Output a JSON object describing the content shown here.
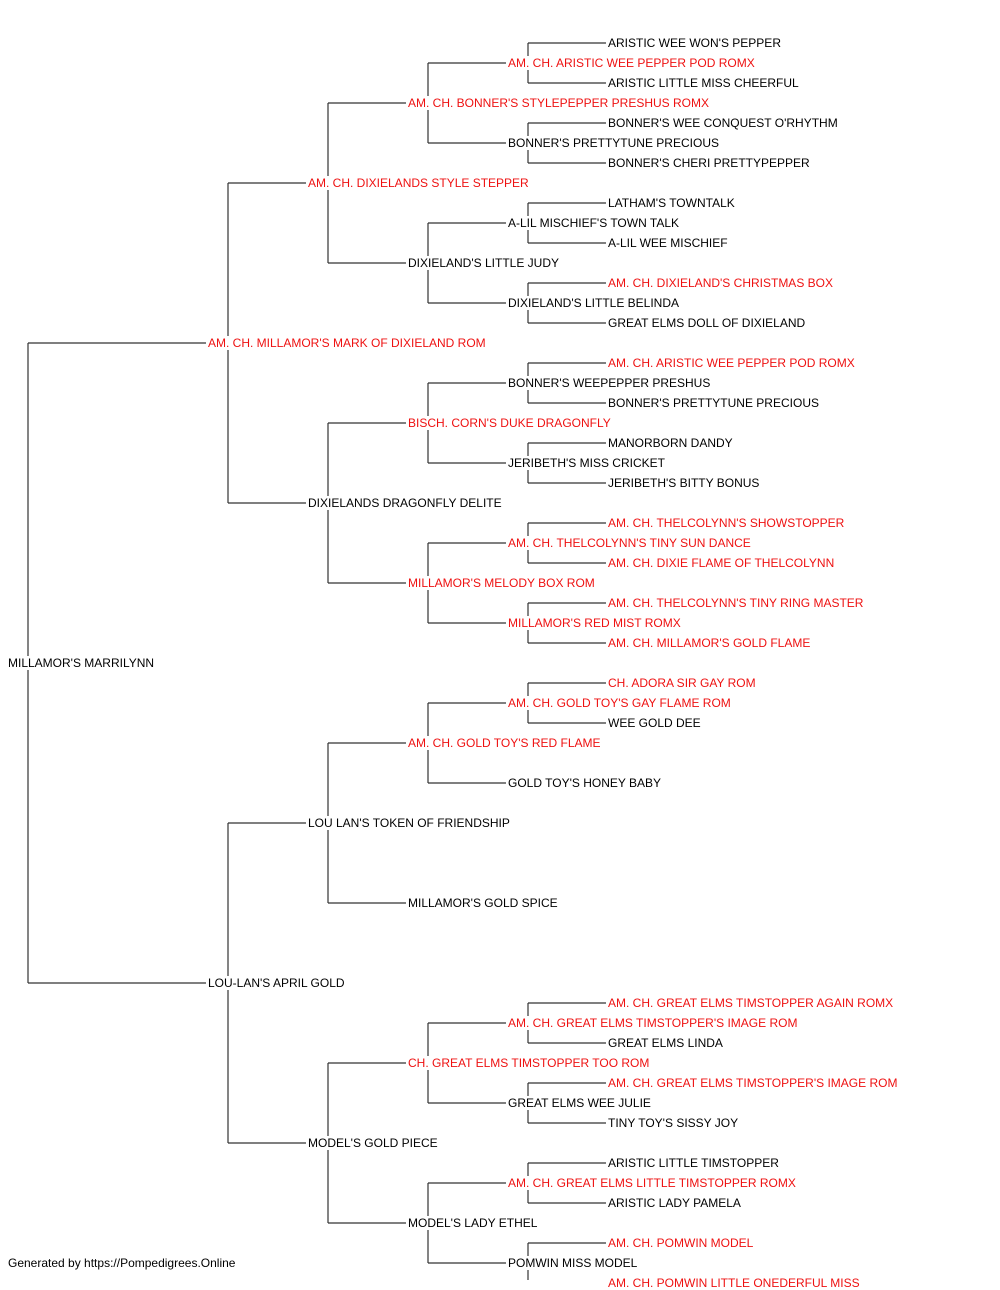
{
  "colors": {
    "champion": "#ee1111",
    "regular": "#000000",
    "lines": "#333333"
  },
  "footer": "Generated by https://Pompedigrees.Online",
  "pedigree": {
    "name": "MILLAMOR'S MARRILYNN",
    "champion": false,
    "sire": {
      "name": "AM. CH. MILLAMOR'S MARK OF DIXIELAND ROM",
      "champion": true,
      "sire": {
        "name": "AM. CH. DIXIELANDS STYLE STEPPER",
        "champion": true,
        "sire": {
          "name": "AM. CH. BONNER'S STYLEPEPPER PRESHUS ROMX",
          "champion": true,
          "sire": {
            "name": "AM. CH. ARISTIC WEE PEPPER POD ROMX",
            "champion": true,
            "sire": {
              "name": "ARISTIC WEE WON'S PEPPER",
              "champion": false
            },
            "dam": {
              "name": "ARISTIC LITTLE MISS CHEERFUL",
              "champion": false
            }
          },
          "dam": {
            "name": "BONNER'S PRETTYTUNE PRECIOUS",
            "champion": false,
            "sire": {
              "name": "BONNER'S WEE CONQUEST O'RHYTHM",
              "champion": false
            },
            "dam": {
              "name": "BONNER'S CHERI PRETTYPEPPER",
              "champion": false
            }
          }
        },
        "dam": {
          "name": "DIXIELAND'S LITTLE JUDY",
          "champion": false,
          "sire": {
            "name": "A-LIL MISCHIEF'S TOWN TALK",
            "champion": false,
            "sire": {
              "name": "LATHAM'S TOWNTALK",
              "champion": false
            },
            "dam": {
              "name": "A-LIL WEE MISCHIEF",
              "champion": false
            }
          },
          "dam": {
            "name": "DIXIELAND'S LITTLE BELINDA",
            "champion": false,
            "sire": {
              "name": "AM. CH. DIXIELAND'S CHRISTMAS BOX",
              "champion": true
            },
            "dam": {
              "name": "GREAT ELMS DOLL OF DIXIELAND",
              "champion": false
            }
          }
        }
      },
      "dam": {
        "name": "DIXIELANDS DRAGONFLY DELITE",
        "champion": false,
        "sire": {
          "name": "BISCH. CORN'S DUKE DRAGONFLY",
          "champion": true,
          "sire": {
            "name": "BONNER'S WEEPEPPER PRESHUS",
            "champion": false,
            "sire": {
              "name": "AM. CH. ARISTIC WEE PEPPER POD ROMX",
              "champion": true
            },
            "dam": {
              "name": "BONNER'S PRETTYTUNE PRECIOUS",
              "champion": false
            }
          },
          "dam": {
            "name": "JERIBETH'S MISS CRICKET",
            "champion": false,
            "sire": {
              "name": "MANORBORN DANDY",
              "champion": false
            },
            "dam": {
              "name": "JERIBETH'S BITTY BONUS",
              "champion": false
            }
          }
        },
        "dam": {
          "name": "MILLAMOR'S MELODY BOX ROM",
          "champion": true,
          "sire": {
            "name": "AM. CH. THELCOLYNN'S TINY SUN DANCE",
            "champion": true,
            "sire": {
              "name": "AM. CH. THELCOLYNN'S SHOWSTOPPER",
              "champion": true
            },
            "dam": {
              "name": "AM. CH. DIXIE FLAME OF THELCOLYNN",
              "champion": true
            }
          },
          "dam": {
            "name": "MILLAMOR'S RED MIST ROMX",
            "champion": true,
            "sire": {
              "name": "AM. CH. THELCOLYNN'S TINY RING MASTER",
              "champion": true
            },
            "dam": {
              "name": "AM. CH. MILLAMOR'S GOLD FLAME",
              "champion": true
            }
          }
        }
      }
    },
    "dam": {
      "name": "LOU-LAN'S APRIL GOLD",
      "champion": false,
      "sire": {
        "name": "LOU LAN'S TOKEN OF FRIENDSHIP",
        "champion": false,
        "sire": {
          "name": "AM. CH. GOLD TOY'S RED FLAME",
          "champion": true,
          "sire": {
            "name": "AM. CH. GOLD TOY'S GAY FLAME ROM",
            "champion": true,
            "sire": {
              "name": "CH. ADORA SIR GAY ROM",
              "champion": true
            },
            "dam": {
              "name": "WEE GOLD DEE",
              "champion": false
            }
          },
          "dam": {
            "name": "GOLD TOY'S HONEY BABY",
            "champion": false
          }
        },
        "dam": {
          "name": "MILLAMOR'S GOLD SPICE",
          "champion": false
        }
      },
      "dam": {
        "name": "MODEL'S GOLD PIECE",
        "champion": false,
        "sire": {
          "name": "CH. GREAT ELMS TIMSTOPPER TOO ROM",
          "champion": true,
          "sire": {
            "name": "AM. CH. GREAT ELMS TIMSTOPPER'S IMAGE ROM",
            "champion": true,
            "sire": {
              "name": "AM. CH. GREAT ELMS TIMSTOPPER AGAIN ROMX",
              "champion": true
            },
            "dam": {
              "name": "GREAT ELMS LINDA",
              "champion": false
            }
          },
          "dam": {
            "name": "GREAT ELMS WEE JULIE",
            "champion": false,
            "sire": {
              "name": "AM. CH. GREAT ELMS TIMSTOPPER'S IMAGE ROM",
              "champion": true
            },
            "dam": {
              "name": "TINY TOY'S SISSY JOY",
              "champion": false
            }
          }
        },
        "dam": {
          "name": "MODEL'S LADY ETHEL",
          "champion": false,
          "sire": {
            "name": "AM. CH. GREAT ELMS LITTLE TIMSTOPPER ROMX",
            "champion": true,
            "sire": {
              "name": "ARISTIC LITTLE TIMSTOPPER",
              "champion": false
            },
            "dam": {
              "name": "ARISTIC LADY PAMELA",
              "champion": false
            }
          },
          "dam": {
            "name": "POMWIN MISS MODEL",
            "champion": false,
            "sire": {
              "name": "AM. CH. POMWIN MODEL",
              "champion": true
            },
            "dam": {
              "name": "AM. CH. POMWIN LITTLE ONEDERFUL MISS",
              "champion": true
            }
          }
        }
      }
    }
  }
}
